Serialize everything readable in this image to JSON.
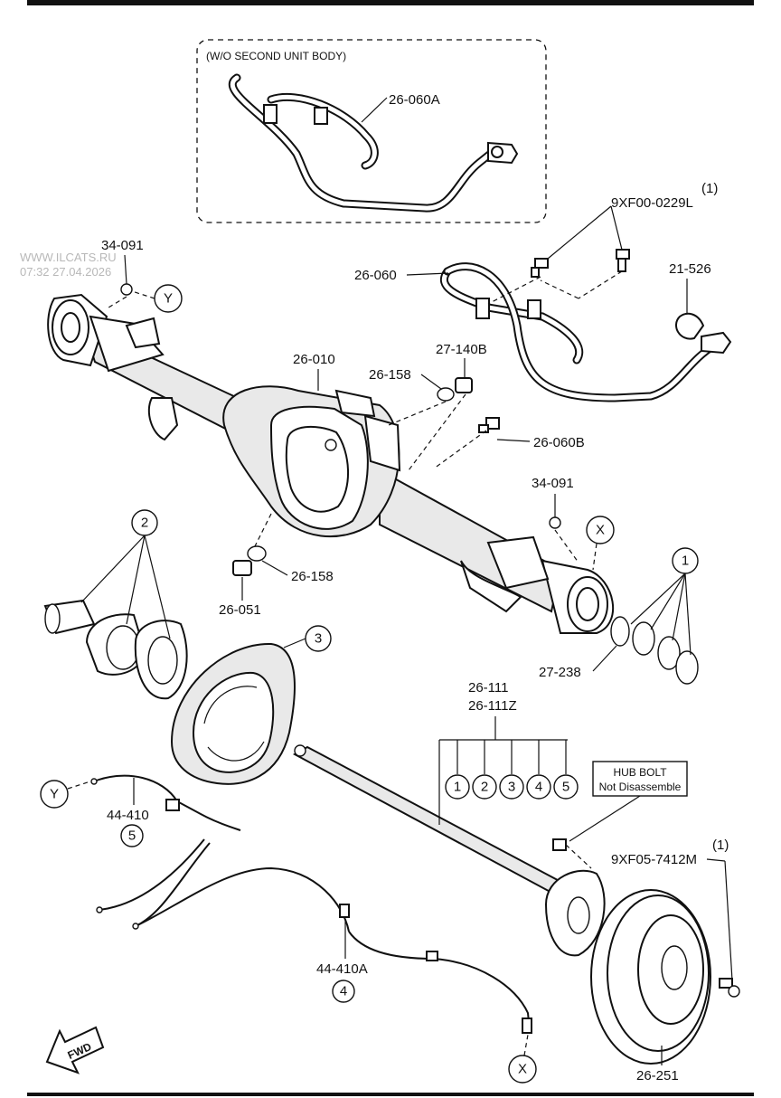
{
  "watermark": {
    "site": "WWW.ILCATS.RU",
    "datetime": "07:32 27.04.2026"
  },
  "inset": {
    "title": "(W/O SECOND UNIT BODY)",
    "part": "26-060A"
  },
  "labels": {
    "hose_main": "26-060",
    "bolt_qty": "(1)",
    "bolt_part": "9XF00-0229L",
    "clip": "21-526",
    "breather_left": "34-091",
    "breather_right": "34-091",
    "housing": "26-010",
    "gasket_upper": "26-158",
    "plug_upper": "27-140B",
    "connector": "26-060B",
    "gasket_lower": "26-158",
    "plug_lower": "26-051",
    "seal": "27-238",
    "shaft_1": "26-111",
    "shaft_2": "26-111Z",
    "cable_left": "44-410",
    "cable_right": "44-410A",
    "hub_bolt_qty": "(1)",
    "hub_bolt_part": "9XF05-7412M",
    "drum": "26-251"
  },
  "callouts": {
    "y_top": "Y",
    "x_right": "X",
    "y_left": "Y",
    "x_bottom": "X",
    "group_bearing": "2",
    "group_seal": "1",
    "backing_plate": "3",
    "cable_left_ref": "5",
    "cable_right_ref": "4",
    "shaft_refs": [
      "1",
      "2",
      "3",
      "4",
      "5"
    ]
  },
  "hub_bolt_note": {
    "line1": "HUB BOLT",
    "line2": "Not Disassemble"
  },
  "fwd_arrow": {
    "text": "FWD"
  }
}
